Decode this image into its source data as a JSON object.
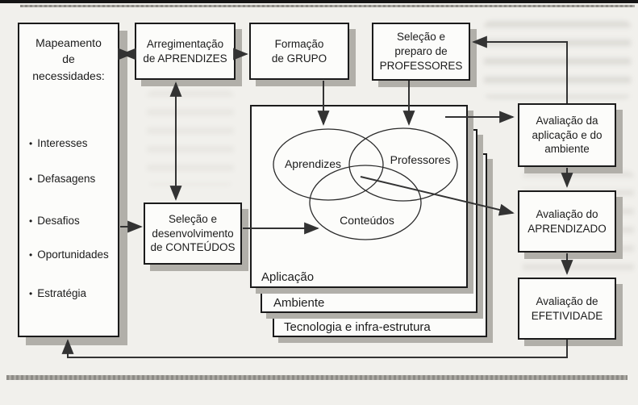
{
  "colors": {
    "page_background": "#f1f0ec",
    "box_fill": "#fcfcfa",
    "box_border": "#1b1b1b",
    "shadow": "#b1afa9",
    "arrow": "#333333",
    "rule_gray": "#8d8b86",
    "top_bar": "#141414"
  },
  "flowchart": {
    "mapeamento": {
      "title": "Mapeamento\nde\nnecessidades:",
      "bullet_char": "•",
      "bullets": [
        "Interesses",
        "Defasagens",
        "Desafios",
        "Oportunidades",
        "Estratégia"
      ]
    },
    "arregimentacao": {
      "label": "Arregimentação\nde APRENDIZES"
    },
    "formacao": {
      "label": "Formação\nde GRUPO"
    },
    "preparo_professores": {
      "label": "Seleção e\npreparo de\nPROFESSORES"
    },
    "desenvolvimento_conteudos": {
      "label": "Seleção e\ndesenvolvimento\nde CONTEÚDOS"
    },
    "avaliacao_ambiente": {
      "label": "Avaliação da\naplicação e do\nambiente"
    },
    "avaliacao_aprendizado": {
      "label": "Avaliação do\nAPRENDIZADO"
    },
    "avaliacao_efetividade": {
      "label": "Avaliação de\nEFETIVIDADE"
    },
    "venn": {
      "aprendizes": "Aprendizes",
      "professores": "Professores",
      "conteudos": "Conteúdos"
    },
    "layers": {
      "aplicacao": "Aplicação",
      "ambiente": "Ambiente",
      "tecnologia": "Tecnologia e infra-estrutura"
    }
  }
}
